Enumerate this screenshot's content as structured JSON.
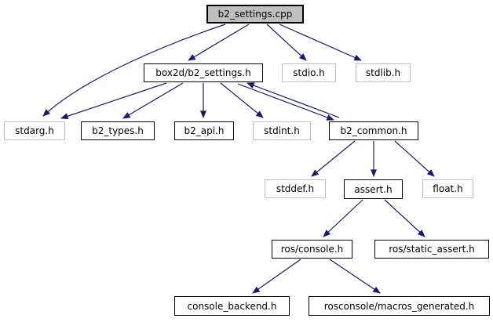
{
  "diagram": {
    "type": "include-dependency-graph",
    "description": "Doxygen-style include graph for b2_settings.cpp",
    "colors": {
      "edge": "#191970",
      "main_node_fill": "#bfbfbf",
      "project_node_border": "#000000",
      "system_node_border": "#bfbfbf",
      "background": "#ffffff",
      "text": "#000000"
    },
    "nodes": [
      {
        "label": "b2_settings.cpp",
        "kind": "main"
      },
      {
        "label": "box2d/b2_settings.h",
        "kind": "project"
      },
      {
        "label": "stdio.h",
        "kind": "system"
      },
      {
        "label": "stdlib.h",
        "kind": "system"
      },
      {
        "label": "stdarg.h",
        "kind": "system"
      },
      {
        "label": "b2_types.h",
        "kind": "project"
      },
      {
        "label": "b2_api.h",
        "kind": "project"
      },
      {
        "label": "stdint.h",
        "kind": "system"
      },
      {
        "label": "b2_common.h",
        "kind": "project"
      },
      {
        "label": "stddef.h",
        "kind": "system"
      },
      {
        "label": "assert.h",
        "kind": "project"
      },
      {
        "label": "float.h",
        "kind": "system"
      },
      {
        "label": "ros/console.h",
        "kind": "project"
      },
      {
        "label": "ros/static_assert.h",
        "kind": "project"
      },
      {
        "label": "console_backend.h",
        "kind": "project"
      },
      {
        "label": "rosconsole/macros_generated.h",
        "kind": "project"
      }
    ],
    "edges": [
      {
        "from": "b2_settings.cpp",
        "to": "stdarg.h"
      },
      {
        "from": "b2_settings.cpp",
        "to": "box2d/b2_settings.h"
      },
      {
        "from": "b2_settings.cpp",
        "to": "stdio.h"
      },
      {
        "from": "b2_settings.cpp",
        "to": "stdlib.h"
      },
      {
        "from": "box2d/b2_settings.h",
        "to": "stdarg.h"
      },
      {
        "from": "box2d/b2_settings.h",
        "to": "b2_types.h"
      },
      {
        "from": "box2d/b2_settings.h",
        "to": "b2_api.h"
      },
      {
        "from": "box2d/b2_settings.h",
        "to": "stdint.h"
      },
      {
        "from": "box2d/b2_settings.h",
        "to": "b2_common.h"
      },
      {
        "from": "b2_common.h",
        "to": "box2d/b2_settings.h"
      },
      {
        "from": "b2_common.h",
        "to": "stddef.h"
      },
      {
        "from": "b2_common.h",
        "to": "assert.h"
      },
      {
        "from": "b2_common.h",
        "to": "float.h"
      },
      {
        "from": "assert.h",
        "to": "ros/console.h"
      },
      {
        "from": "assert.h",
        "to": "ros/static_assert.h"
      },
      {
        "from": "ros/console.h",
        "to": "console_backend.h"
      },
      {
        "from": "ros/console.h",
        "to": "rosconsole/macros_generated.h"
      }
    ]
  }
}
